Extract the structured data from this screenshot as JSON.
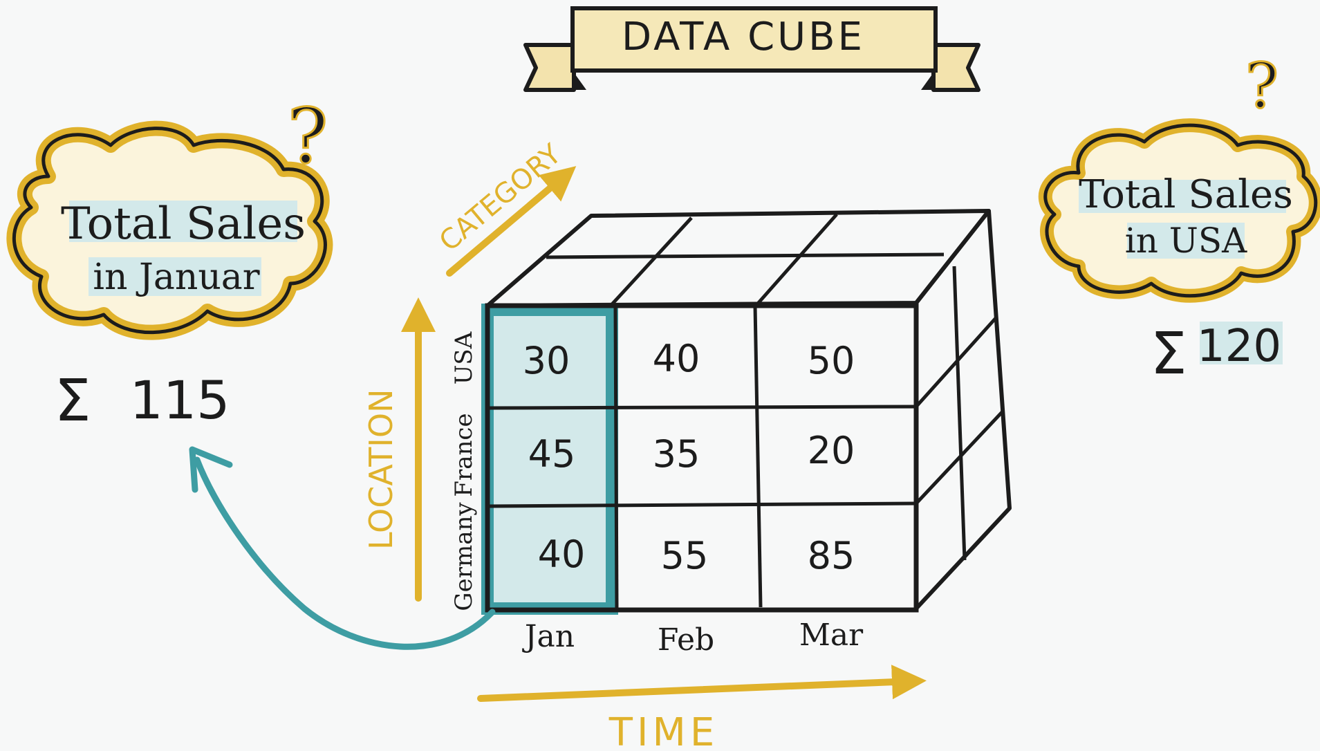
{
  "title": "DATA CUBE",
  "axes": {
    "category": "CATEGORY",
    "location": "LOCATION",
    "time": "TIME"
  },
  "locations": [
    "USA",
    "France",
    "Germany"
  ],
  "months": [
    "Jan",
    "Feb",
    "Mar"
  ],
  "cells": [
    [
      "30",
      "40",
      "50"
    ],
    [
      "45",
      "35",
      "20"
    ],
    [
      "40",
      "55",
      "85"
    ]
  ],
  "left_cloud": {
    "line1": "Total Sales",
    "line2": "in Januar",
    "question": "?",
    "sum_symbol": "Σ",
    "sum_value": "115"
  },
  "right_cloud": {
    "line1": "Total Sales",
    "line2": "in USA",
    "question": "?",
    "sum_symbol": "Σ",
    "sum_value": "120"
  },
  "colors": {
    "gold": "#e0b22c",
    "teal": "#3e9da3",
    "teal_fill": "#d3e9ea",
    "ink": "#1c1c1c",
    "cloud_fill": "#fbf6e6"
  }
}
